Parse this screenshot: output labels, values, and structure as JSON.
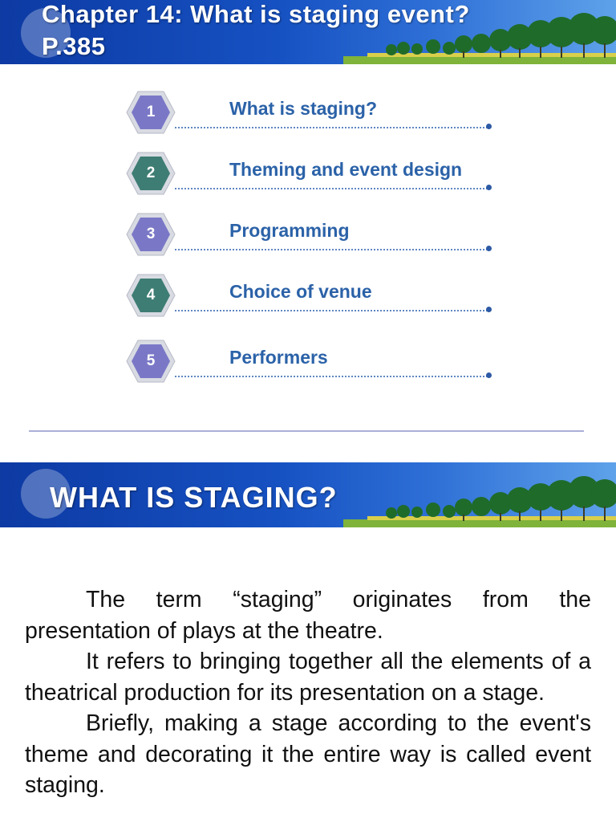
{
  "slide1": {
    "title_line1": "Chapter 14: What is staging event?",
    "title_line2": "P.385",
    "items": [
      {
        "number": "1",
        "label": "What is staging?",
        "color": "#7a78c6"
      },
      {
        "number": "2",
        "label": "Theming and event design",
        "color": "#3e7d74"
      },
      {
        "number": "3",
        "label": "Programming",
        "color": "#7a78c6"
      },
      {
        "number": "4",
        "label": "Choice of venue",
        "color": "#3e7d74"
      },
      {
        "number": "5",
        "label": "Performers",
        "color": "#7a78c6"
      }
    ]
  },
  "slide2": {
    "title": "WHAT IS STAGING?",
    "paragraphs": [
      "The term “staging” originates from the presentation of plays at the theatre.",
      "It refers to bringing together all the elements of a theatrical production for its presentation on a stage.",
      "Briefly, making a stage according to the event's theme and decorating it the entire way is called event staging."
    ]
  },
  "colors": {
    "banner": "#1651c2",
    "agenda_text": "#2b62a8",
    "separator": "#aab0d6"
  }
}
